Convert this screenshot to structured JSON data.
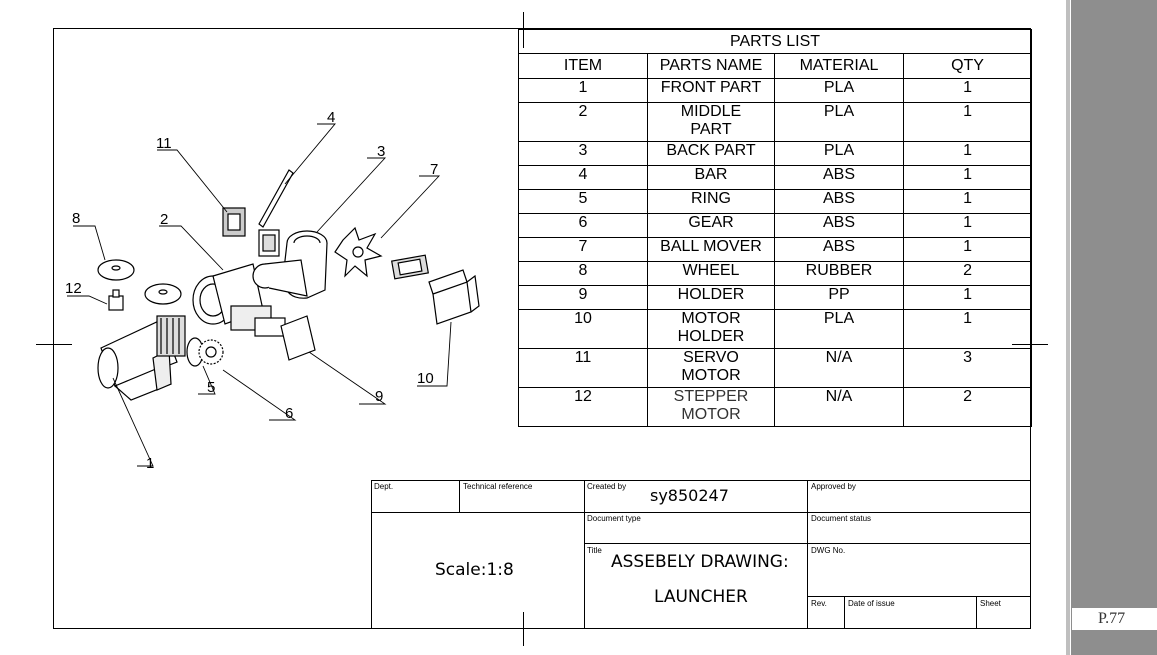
{
  "sidebar": {
    "page_number": "P.77"
  },
  "parts_list": {
    "title": "PARTS LIST",
    "headers": [
      "ITEM",
      "PARTS NAME",
      "MATERIAL",
      "QTY"
    ],
    "rows": [
      {
        "item": "1",
        "name": "FRONT PART",
        "material": "PLA",
        "qty": "1"
      },
      {
        "item": "2",
        "name": "MIDDLE PART",
        "material": "PLA",
        "qty": "1"
      },
      {
        "item": "3",
        "name": "BACK PART",
        "material": "PLA",
        "qty": "1"
      },
      {
        "item": "4",
        "name": "BAR",
        "material": "ABS",
        "qty": "1"
      },
      {
        "item": "5",
        "name": "RING",
        "material": "ABS",
        "qty": "1"
      },
      {
        "item": "6",
        "name": "GEAR",
        "material": "ABS",
        "qty": "1"
      },
      {
        "item": "7",
        "name": "BALL MOVER",
        "material": "ABS",
        "qty": "1"
      },
      {
        "item": "8",
        "name": "WHEEL",
        "material": "RUBBER",
        "qty": "2"
      },
      {
        "item": "9",
        "name": "HOLDER",
        "material": "PP",
        "qty": "1"
      },
      {
        "item": "10",
        "name": "MOTOR HOLDER",
        "material": "PLA",
        "qty": "1"
      },
      {
        "item": "11",
        "name": "SERVO MOTOR",
        "material": "N/A",
        "qty": "3"
      },
      {
        "item": "12",
        "name": "STEPPER MOTOR",
        "material": "N/A",
        "qty": "2"
      }
    ]
  },
  "title_block": {
    "dept_label": "Dept.",
    "tech_ref_label": "Technical reference",
    "created_by_label": "Created by",
    "created_by_value": "sy850247",
    "approved_by_label": "Approved by",
    "doc_type_label": "Document type",
    "doc_status_label": "Document status",
    "title_label": "Title",
    "title_line1": "ASSEBELY DRAWING:",
    "title_line2": "LAUNCHER",
    "dwg_no_label": "DWG No.",
    "scale": "Scale:1:8",
    "rev_label": "Rev.",
    "date_label": "Date of issue",
    "sheet_label": "Sheet"
  },
  "callouts": [
    "1",
    "2",
    "3",
    "4",
    "5",
    "6",
    "7",
    "8",
    "9",
    "10",
    "11",
    "12"
  ]
}
